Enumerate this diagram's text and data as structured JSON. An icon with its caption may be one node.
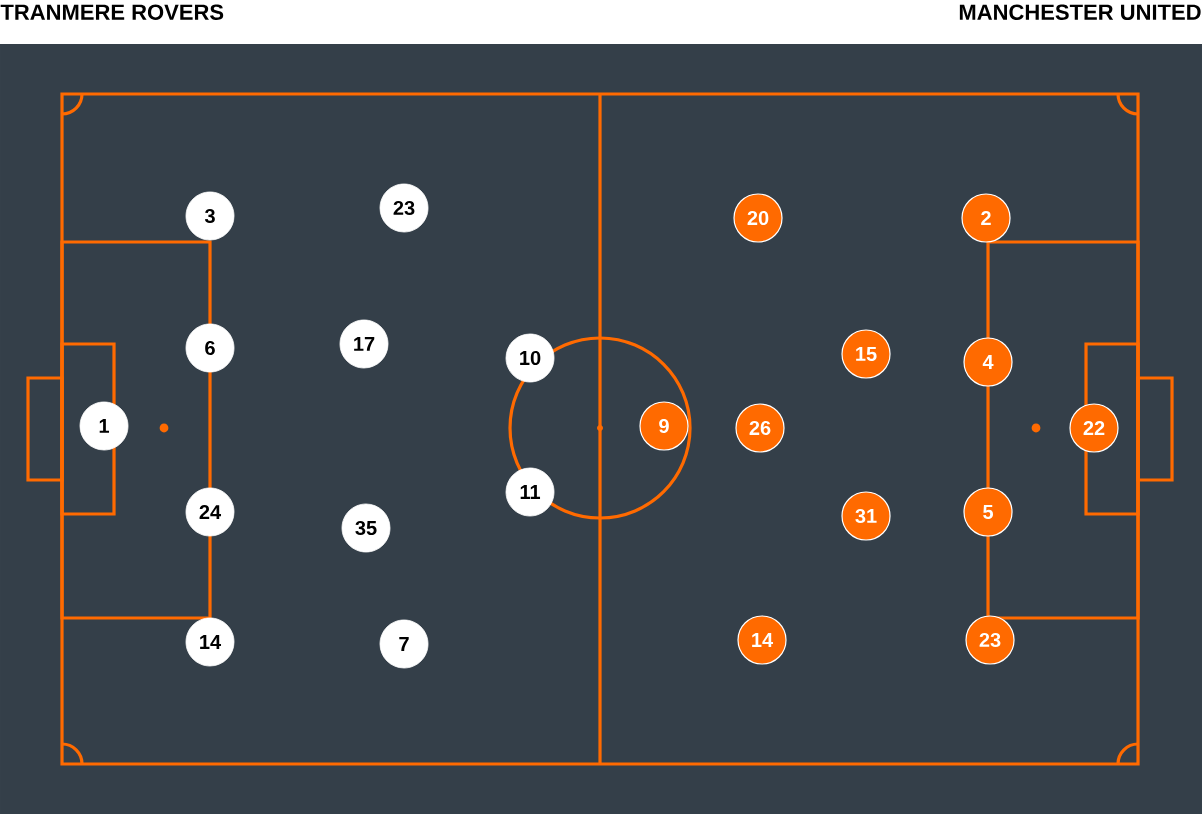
{
  "diagram": {
    "nodes": [
      {
        "text": [
          "1"
        ]
      },
      {
        "text": [
          "3"
        ]
      },
      {
        "text": [
          "23"
        ]
      },
      {
        "text": [
          "6"
        ]
      },
      {
        "text": [
          "17"
        ]
      },
      {
        "text": [
          "10"
        ]
      },
      {
        "text": [
          "24"
        ]
      },
      {
        "text": [
          "35"
        ]
      },
      {
        "text": [
          "11"
        ]
      },
      {
        "text": [
          "14"
        ]
      },
      {
        "text": [
          "7"
        ]
      },
      {
        "text": [
          "20"
        ]
      },
      {
        "text": [
          "2"
        ]
      },
      {
        "text": [
          "15"
        ]
      },
      {
        "text": [
          "4"
        ]
      },
      {
        "text": [
          "9"
        ]
      },
      {
        "text": [
          "26"
        ]
      },
      {
        "text": [
          "22"
        ]
      },
      {
        "text": [
          "31"
        ]
      },
      {
        "text": [
          "5"
        ]
      },
      {
        "text": [
          "14"
        ]
      },
      {
        "text": [
          "23"
        ]
      }
    ],
    "labels": [
      "TRANMERE ROVERS",
      "MANCHESTER UNITED"
    ]
  }
}
